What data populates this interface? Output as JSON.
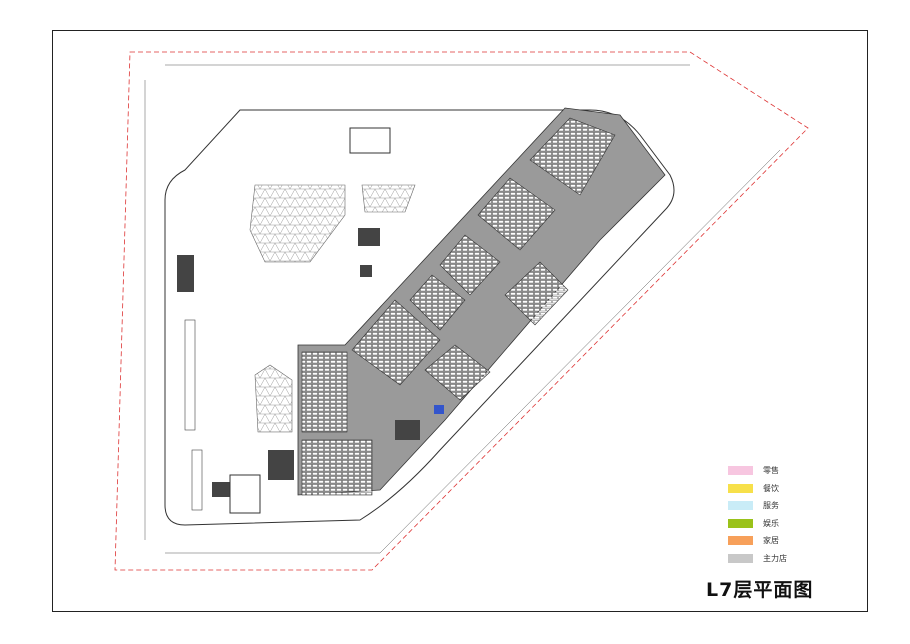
{
  "title": "L7层平面图",
  "legend": [
    {
      "label": "零售",
      "color": "#f7c6e0"
    },
    {
      "label": "餐饮",
      "color": "#f7e04a"
    },
    {
      "label": "服务",
      "color": "#c9ecf7"
    },
    {
      "label": "娱乐",
      "color": "#9ac21a"
    },
    {
      "label": "家居",
      "color": "#f7a05a"
    },
    {
      "label": "主力店",
      "color": "#c8c8c8"
    }
  ]
}
